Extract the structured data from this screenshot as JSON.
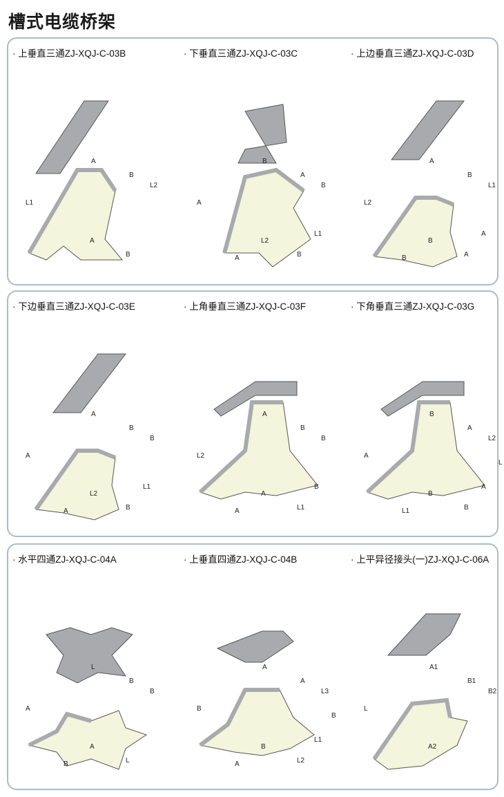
{
  "page_title": "槽式电缆桥架",
  "colors": {
    "panel_border": "#a9bccb",
    "cover_gray": "#a8aaad",
    "interior_cream": "#f3f5dc",
    "edge": "#555555"
  },
  "panels": [
    {
      "items": [
        {
          "caption": "· 上垂直三通ZJ-XQJ-C-03B",
          "shape": "tee-up",
          "labels": [
            "A",
            "B",
            "L1",
            "L2",
            "A",
            "B"
          ]
        },
        {
          "caption": "· 下垂直三通ZJ-XQJ-C-03C",
          "shape": "tee-down",
          "labels": [
            "B",
            "A",
            "A",
            "B",
            "L2",
            "B",
            "A",
            "L1"
          ]
        },
        {
          "caption": "· 上边垂直三通ZJ-XQJ-C-03D",
          "shape": "tee-side",
          "labels": [
            "A",
            "B",
            "L2",
            "L1",
            "B",
            "A",
            "B",
            "A"
          ]
        }
      ]
    },
    {
      "items": [
        {
          "caption": "· 下边垂直三通ZJ-XQJ-C-03E",
          "shape": "tee-side",
          "labels": [
            "A",
            "B",
            "A",
            "B",
            "L2",
            "B",
            "A",
            "L1"
          ]
        },
        {
          "caption": "· 上角垂直三通ZJ-XQJ-C-03F",
          "shape": "corner",
          "labels": [
            "A",
            "B",
            "L2",
            "B",
            "A",
            "L1",
            "A",
            "B"
          ]
        },
        {
          "caption": "· 下角垂直三通ZJ-XQJ-C-03G",
          "shape": "corner",
          "labels": [
            "B",
            "A",
            "A",
            "L2",
            "B",
            "B",
            "L1",
            "A",
            "L"
          ]
        }
      ]
    },
    {
      "items": [
        {
          "caption": "· 水平四通ZJ-XQJ-C-04A",
          "shape": "cross",
          "labels": [
            "L",
            "B",
            "A",
            "B",
            "A",
            "L",
            "B"
          ]
        },
        {
          "caption": "· 上垂直四通ZJ-XQJ-C-04B",
          "shape": "cross-up",
          "labels": [
            "A",
            "A",
            "B",
            "L3",
            "B",
            "L2",
            "A",
            "L1",
            "B"
          ]
        },
        {
          "caption": "· 上平异径接头(一)ZJ-XQJ-C-06A",
          "shape": "reducer",
          "labels": [
            "A1",
            "B1",
            "L",
            "B2",
            "A2"
          ]
        }
      ]
    }
  ]
}
